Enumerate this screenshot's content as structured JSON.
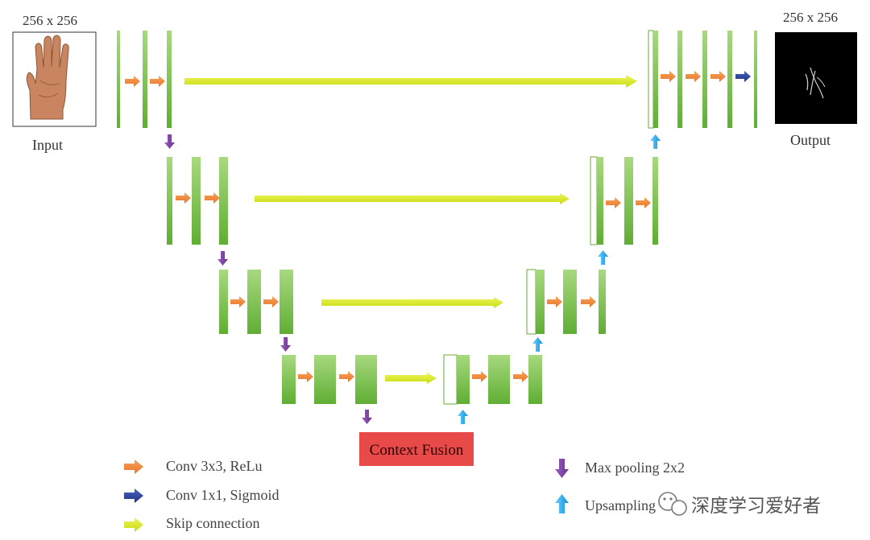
{
  "input": {
    "size_label": "256 x 256",
    "caption": "Input"
  },
  "output": {
    "size_label": "256 x 256",
    "caption": "Output"
  },
  "bottleneck": {
    "label": "Context Fusion"
  },
  "legend": {
    "conv3x3": "Conv 3x3, ReLu",
    "conv1x1": "Conv 1x1, Sigmoid",
    "skip": "Skip connection",
    "maxpool": "Max pooling 2x2",
    "upsampling": "Upsampling"
  },
  "watermark": {
    "text": "深度学习爱好者"
  },
  "colors": {
    "feature_map": "#7cc24e",
    "conv_arrow": "#f08a3c",
    "conv1x1_arrow": "#2b3f99",
    "skip_arrow": "#d6ea16",
    "pool_arrow": "#7a3f9e",
    "up_arrow": "#1ea8f0",
    "context_fusion": "#e84a4a"
  }
}
